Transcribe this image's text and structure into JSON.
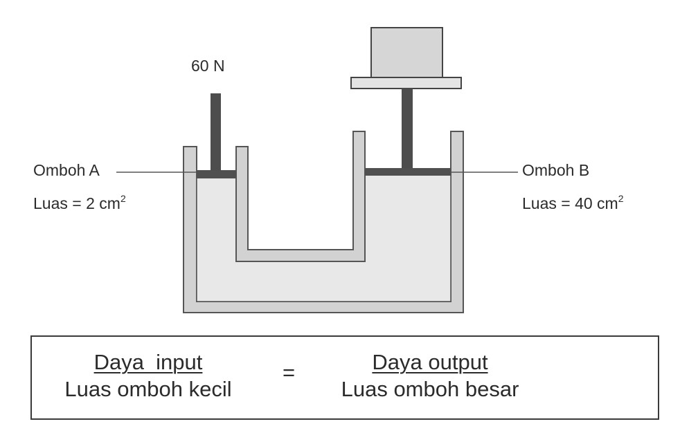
{
  "labels": {
    "force": "60 N",
    "piston_a": "Omboh A",
    "area_a_prefix": "Luas = 2 cm",
    "area_a_exp": "2",
    "piston_b": "Omboh B",
    "area_b_prefix": "Luas = 40 cm",
    "area_b_exp": "2"
  },
  "formula": {
    "left_numerator": "Daya  input",
    "left_denominator": "Luas omboh kecil",
    "equals": "=",
    "right_numerator": "Daya output",
    "right_denominator": "Luas omboh besar"
  },
  "colors": {
    "fluid": "#e6e6e6",
    "wall": "#d2d2d2",
    "outline": "#555555",
    "piston": "#505050",
    "rod": "#4d4d4d",
    "load": "#d6d6d6"
  }
}
